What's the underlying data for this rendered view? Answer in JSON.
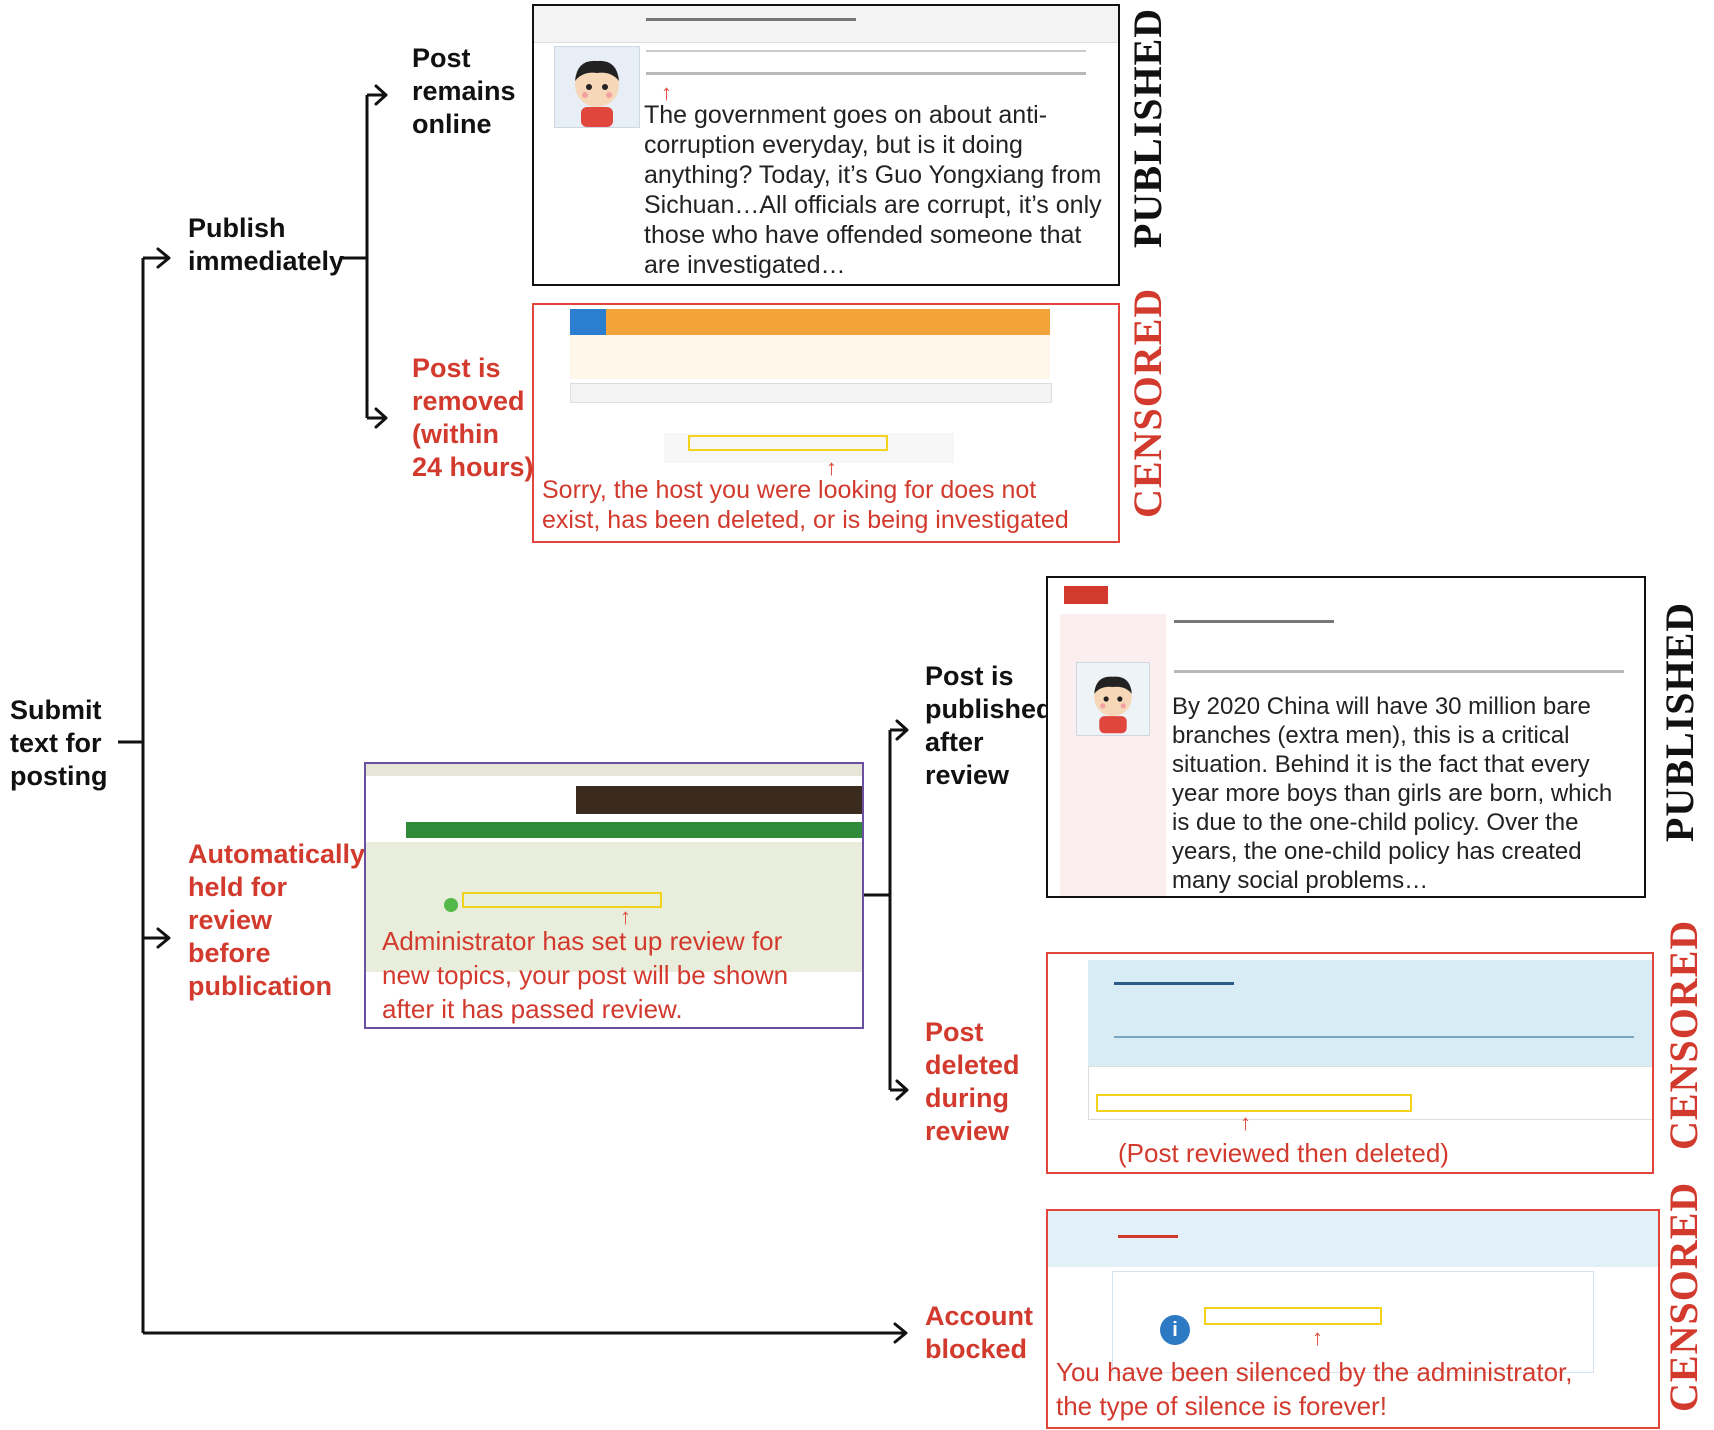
{
  "root": {
    "lines": [
      "Submit",
      "text for",
      "posting"
    ]
  },
  "branches": {
    "publish": {
      "lines": [
        "Publish",
        "immediately"
      ]
    },
    "held": {
      "lines": [
        "Automatically",
        "held for",
        "review",
        "before",
        "publication"
      ]
    }
  },
  "outcomes": {
    "remains_online": {
      "lines": [
        "Post",
        "remains",
        "online"
      ]
    },
    "removed": {
      "lines": [
        "Post is",
        "removed",
        "(within",
        "24 hours)"
      ]
    },
    "published_after": {
      "lines": [
        "Post is",
        "published",
        "after",
        "review"
      ]
    },
    "deleted_review": {
      "lines": [
        "Post",
        "deleted",
        "during",
        "review"
      ]
    },
    "blocked": {
      "lines": [
        "Account",
        "blocked"
      ]
    }
  },
  "screens": {
    "s1": {
      "caption": [
        "The government goes on about anti-",
        "corruption everyday, but is it doing",
        "anything? Today, it’s Guo Yongxiang from",
        "Sichuan…All officials are corrupt, it’s only",
        "those who have offended someone that",
        "are investigated…"
      ],
      "tag": "PUBLISHED"
    },
    "s2": {
      "caption": [
        "Sorry, the host you were looking for does not",
        "exist, has been deleted, or is being investigated"
      ],
      "tag": "CENSORED"
    },
    "s3": {
      "caption": [
        "Administrator has set up review for",
        "new topics, your post will be shown",
        "after it has passed review."
      ]
    },
    "s4": {
      "caption": [
        "By 2020 China will have 30 million bare",
        "branches (extra men), this is a critical",
        "situation. Behind it is the fact that every",
        "year more boys than girls are born, which",
        "is due to the one-child policy. Over the",
        "years, the one-child policy has created",
        "many social problems…"
      ],
      "tag": "PUBLISHED"
    },
    "s5": {
      "caption": [
        "(Post reviewed then deleted)"
      ],
      "tag": "CENSORED"
    },
    "s6": {
      "caption": [
        "You have been silenced by the administrator,",
        "the type of silence is forever!"
      ],
      "tag": "CENSORED"
    }
  },
  "colors": {
    "red": "#d23a2e",
    "black": "#111111",
    "purple": "#6b4fa0",
    "highlight": "#f2d21b"
  }
}
